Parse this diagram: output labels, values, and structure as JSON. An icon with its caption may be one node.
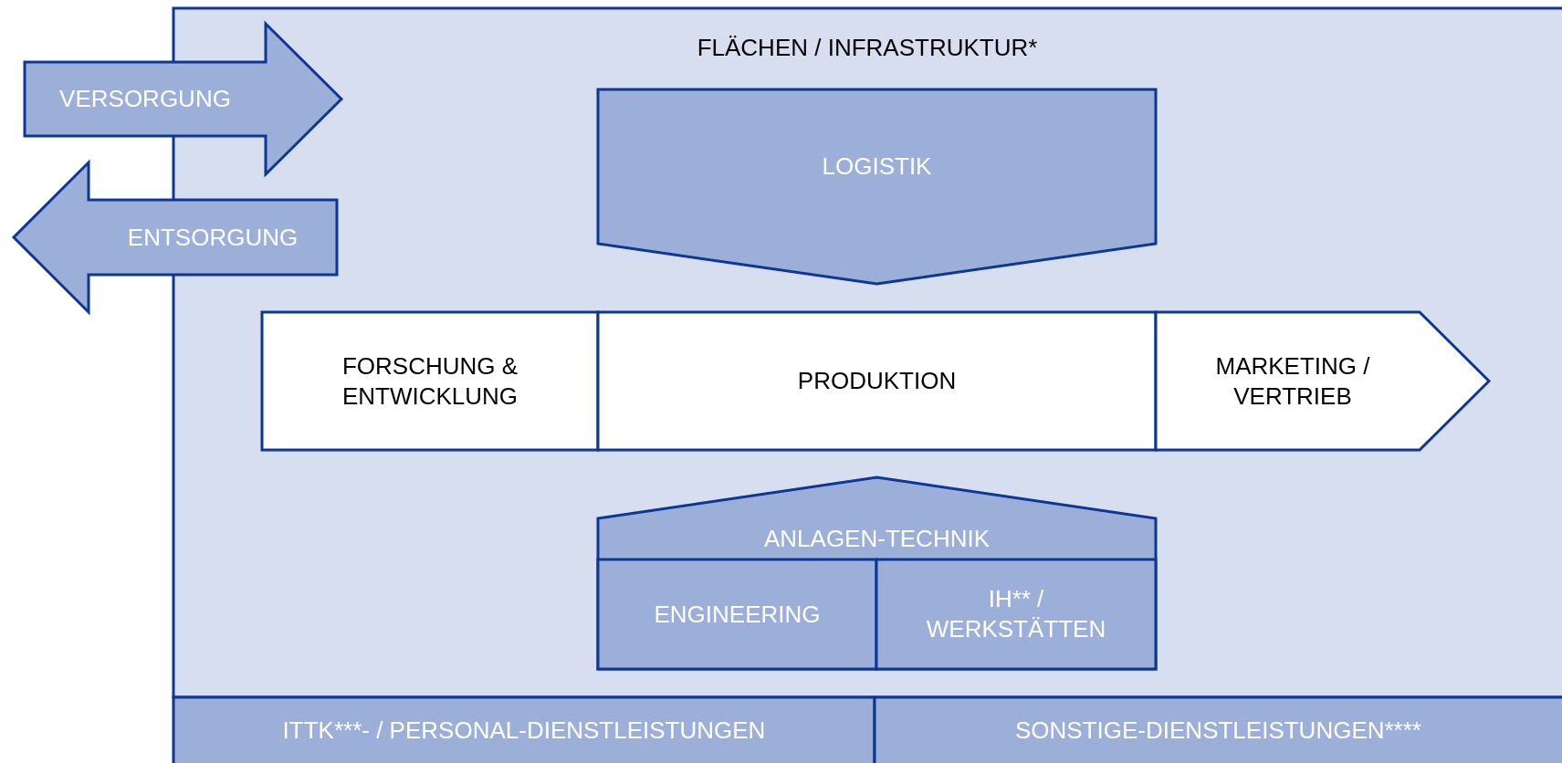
{
  "diagram": {
    "nodes": [
      {
        "text": [
          "FLÄCHEN / INFRASTRUKTUR*"
        ]
      },
      {
        "text": [
          "VERSORGUNG"
        ]
      },
      {
        "text": [
          "ENTSORGUNG"
        ]
      },
      {
        "text": [
          "LOGISTIK"
        ],
        "in": 0
      },
      {
        "text": [
          "FORSCHUNG & ENTWICKLUNG"
        ],
        "in": 0
      },
      {
        "text": [
          "PRODUKTION"
        ],
        "in": 0
      },
      {
        "text": [
          "MARKETING / VERTRIEB"
        ],
        "in": 0
      },
      {
        "text": [
          "ANLAGEN-TECHNIK"
        ],
        "in": 0
      },
      {
        "text": [
          "ENGINEERING"
        ],
        "in": 7
      },
      {
        "text": [
          "IH** / WERKSTÄTTEN"
        ],
        "in": 7
      },
      {
        "text": [
          "ITTK***- / PERSONAL-DIENSTLEISTUNGEN"
        ]
      },
      {
        "text": [
          "SONSTIGE-DIENSTLEISTUNGEN****"
        ]
      }
    ]
  }
}
